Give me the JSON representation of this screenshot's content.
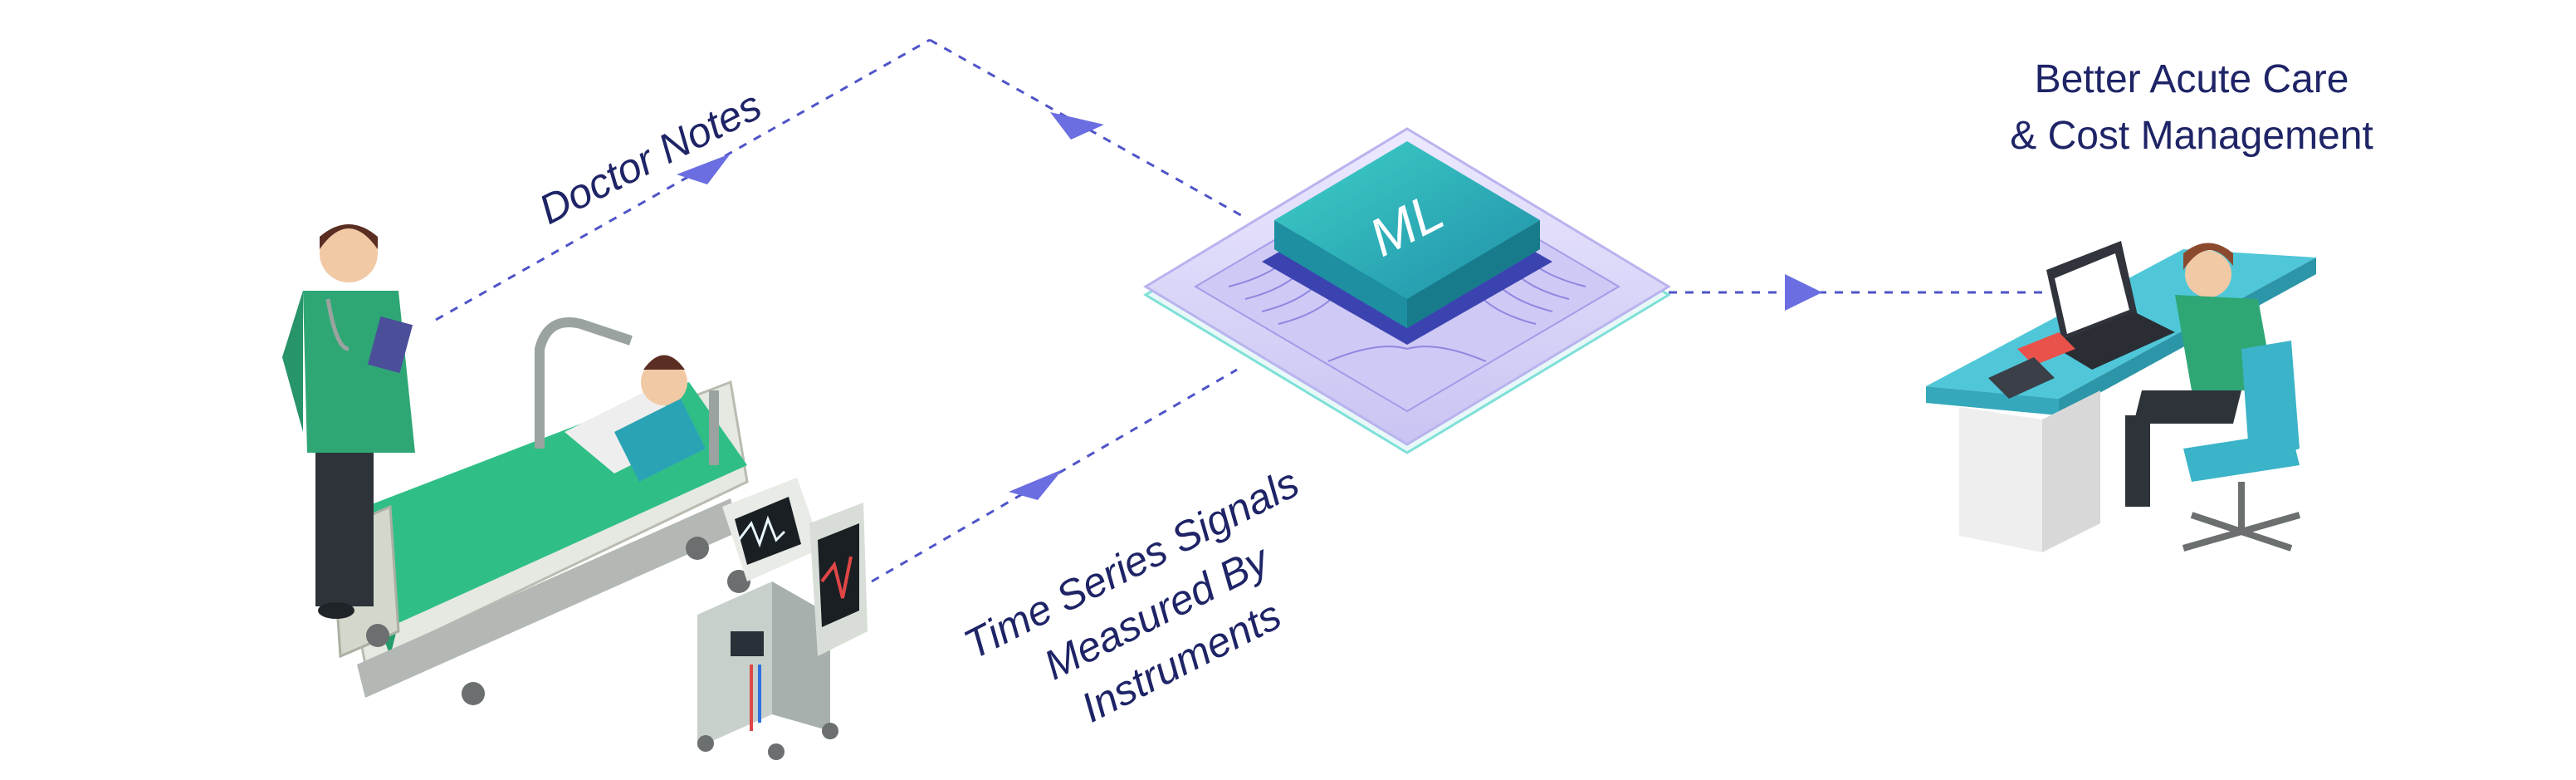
{
  "labels": {
    "doctor_notes": "Doctor Notes",
    "signals_line1": "Time Series Signals",
    "signals_line2": "Measured By",
    "signals_line3": "Instruments",
    "outcome_line1": "Better Acute Care",
    "outcome_line2": "& Cost Management",
    "chip": "ML"
  },
  "colors": {
    "text": "#1e2466",
    "arrow": "#6a6ee0",
    "dash": "#4e54c8",
    "teal": "#2bb5b8",
    "green": "#2f9e6e",
    "chip_plate": "#d9d6f7"
  }
}
